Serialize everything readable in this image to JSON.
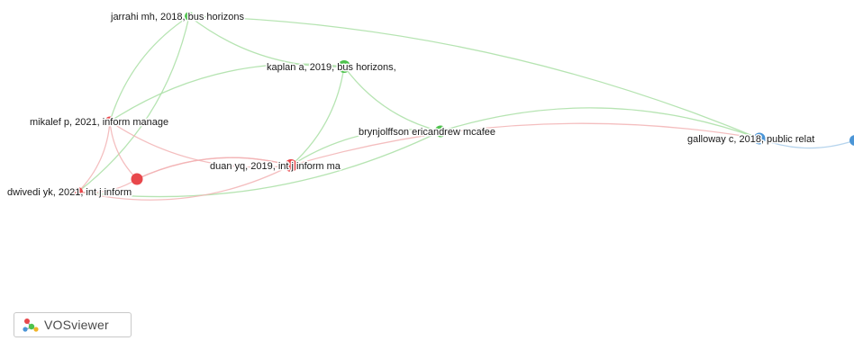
{
  "app": {
    "brand_label": "VOSviewer"
  },
  "legend_icon": "vosviewer-logo-icon",
  "network": {
    "clusters": [
      {
        "id": 1,
        "color": "#e8474b",
        "edge_color": "#f2b3b4"
      },
      {
        "id": 2,
        "color": "#4ec24d",
        "edge_color": "#a9dfa4"
      },
      {
        "id": 3,
        "color": "#4b95d6",
        "edge_color": "#a9cdea"
      }
    ],
    "nodes": [
      {
        "id": "jarrahi",
        "label": "jarrahi mh, 2018, bus horizons",
        "cluster": 2
      },
      {
        "id": "kaplan",
        "label": "kaplan a, 2019, bus horizons,",
        "cluster": 2
      },
      {
        "id": "brynj",
        "label": "brynjolffson ericandrew mcafee",
        "cluster": 2
      },
      {
        "id": "mikalef",
        "label": "mikalef p, 2021, inform manage",
        "cluster": 1
      },
      {
        "id": "duan",
        "label": "duan yq, 2019, int j inform ma",
        "cluster": 1
      },
      {
        "id": "dwivedi",
        "label": "dwivedi yk, 2021, int j inform",
        "cluster": 1
      },
      {
        "id": "unlabeled",
        "label": "",
        "cluster": 1
      },
      {
        "id": "galloway",
        "label": "galloway c, 2018, public relat",
        "cluster": 3
      },
      {
        "id": "edge_blue",
        "label": "",
        "cluster": 3
      }
    ],
    "links": [
      [
        "jarrahi",
        "kaplan"
      ],
      [
        "jarrahi",
        "galloway"
      ],
      [
        "jarrahi",
        "mikalef"
      ],
      [
        "jarrahi",
        "dwivedi"
      ],
      [
        "kaplan",
        "brynj"
      ],
      [
        "kaplan",
        "duan"
      ],
      [
        "kaplan",
        "mikalef"
      ],
      [
        "brynj",
        "galloway"
      ],
      [
        "brynj",
        "duan"
      ],
      [
        "brynj",
        "dwivedi"
      ],
      [
        "mikalef",
        "duan"
      ],
      [
        "mikalef",
        "dwivedi"
      ],
      [
        "mikalef",
        "unlabeled"
      ],
      [
        "duan",
        "dwivedi"
      ],
      [
        "duan",
        "unlabeled"
      ],
      [
        "duan",
        "galloway"
      ],
      [
        "dwivedi",
        "unlabeled"
      ],
      [
        "unlabeled",
        "duan"
      ],
      [
        "galloway",
        "edge_blue"
      ]
    ]
  }
}
